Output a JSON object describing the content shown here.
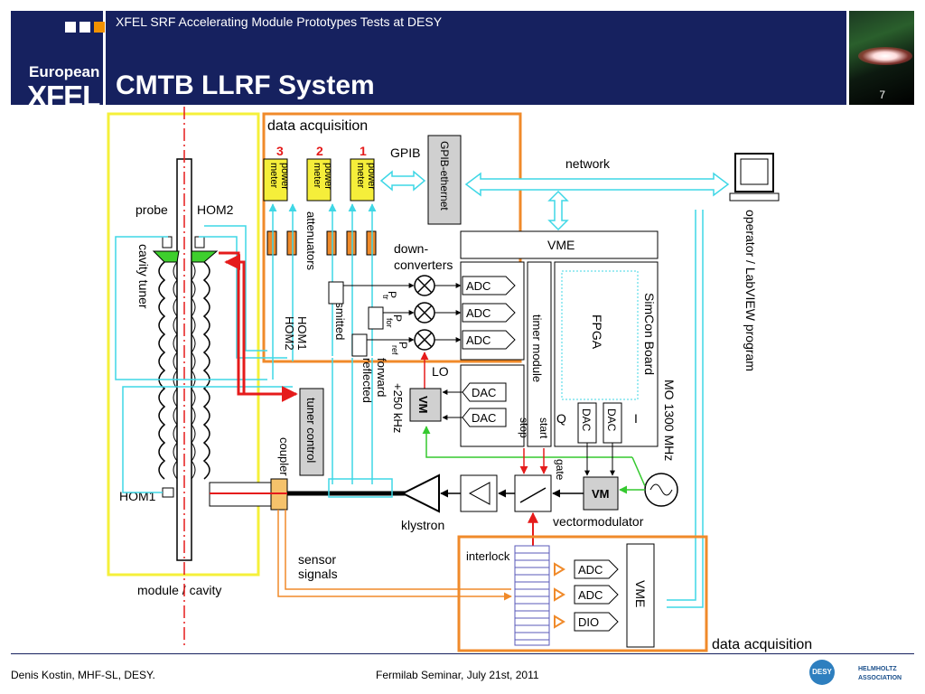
{
  "header": {
    "subtitle": "XFEL SRF Accelerating Module Prototypes Tests at DESY",
    "title": "CMTB LLRF System",
    "page_number": "7",
    "logo_line1": "European",
    "logo_line2": "XFEL"
  },
  "footer": {
    "author": "Denis Kostin, MHF-SL, DESY.",
    "event": "Fermilab Seminar, July 21st, 2011",
    "desy_logo": "DESY",
    "helmholtz_line1": "HELMHOLTZ",
    "helmholtz_line2": "ASSOCIATION"
  },
  "diagram": {
    "data_acquisition_top": "data acquisition",
    "data_acquisition_bottom": "data acquisition",
    "meter_numbers": [
      "3",
      "2",
      "1"
    ],
    "power_meter": [
      "power",
      "meter"
    ],
    "gpib": "GPIB",
    "gpib_ethernet": "GPIB-ethernet",
    "network": "network",
    "operator": "operator / LabVIEW program",
    "probe": "probe",
    "hom2": "HOM2",
    "hom1_bottom": "HOM1",
    "cavity_tuner": "cavity tuner",
    "attenuators": "attenuators",
    "down_converters": [
      "down-",
      "converters"
    ],
    "vme_top": "VME",
    "adc": "ADC",
    "dac": "DAC",
    "dio": "DIO",
    "p_tr": "P",
    "p_tr_sub": "tr",
    "p_for": "P",
    "p_for_sub": "for",
    "p_ref": "P",
    "p_ref_sub": "ref",
    "timer_module": "timer module",
    "fpga": "FPGA",
    "simcon_board": "SimCon Board",
    "mo": "MO 1300 MHz",
    "lo": "LO",
    "i_label": "I",
    "q_label": "Q",
    "hom1_vertical": "HOM1",
    "hom2_vertical": "HOM2",
    "transmitted": "transmitted",
    "forward": "forward",
    "reflected": "reflected",
    "plus250": "+250 kHz",
    "vm": "VM",
    "stop": "stop",
    "start": "start",
    "gate": "gate",
    "tuner_control": "tuner control",
    "coupler": "coupler",
    "klystron": "klystron",
    "vectormodulator": "vectormodulator",
    "interlock": "interlock",
    "vme_bottom": "VME",
    "sensor_signals": [
      "sensor",
      "signals"
    ],
    "module_cavity": "module / cavity"
  }
}
